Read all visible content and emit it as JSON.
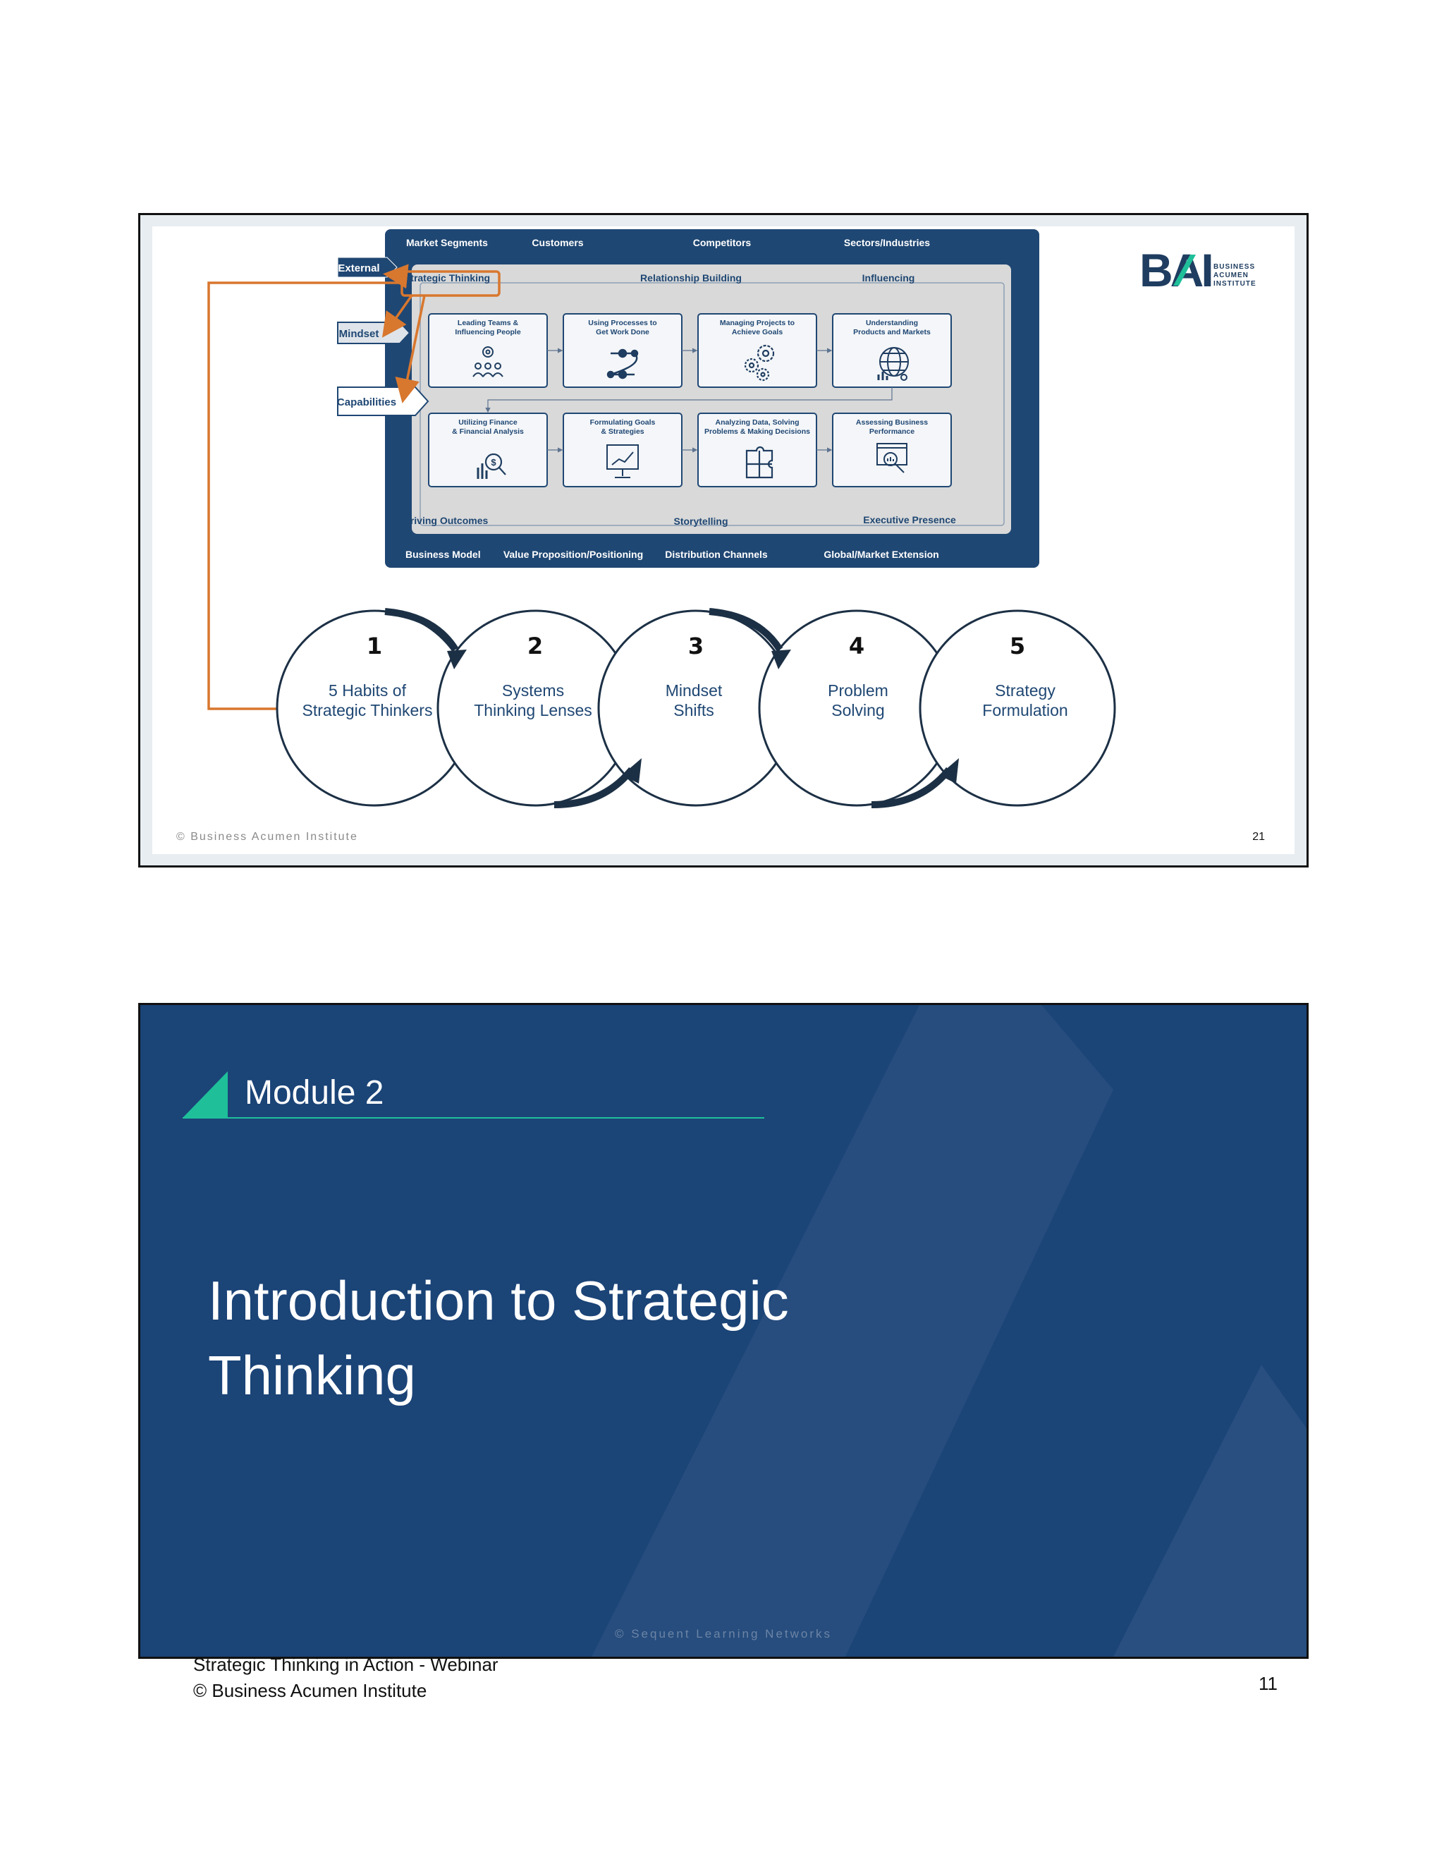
{
  "slide1": {
    "outer_row_top": [
      "Market Segments",
      "Customers",
      "Competitors",
      "Sectors/Industries"
    ],
    "outer_row_bottom": [
      "Business Model",
      "Value Proposition/Positioning",
      "Distribution Channels",
      "Global/Market Extension"
    ],
    "mindset_row_top": [
      "Strategic Thinking",
      "Relationship Building",
      "Influencing"
    ],
    "mindset_row_bottom": [
      "Driving Outcomes",
      "Storytelling",
      "Executive Presence"
    ],
    "side_labels": [
      "External",
      "Mindset",
      "Capabilities"
    ],
    "capabilities_row1": [
      {
        "line1": "Leading Teams &",
        "line2": "Influencing People",
        "icon": "team-gear-icon"
      },
      {
        "line1": "Using Processes to",
        "line2": "Get Work Done",
        "icon": "process-flow-icon"
      },
      {
        "line1": "Managing Projects to",
        "line2": "Achieve Goals",
        "icon": "gears-icon"
      },
      {
        "line1": "Understanding",
        "line2": "Products and Markets",
        "icon": "globe-market-icon"
      }
    ],
    "capabilities_row2": [
      {
        "line1": "Utilizing Finance",
        "line2": "& Financial Analysis",
        "icon": "finance-search-icon"
      },
      {
        "line1": "Formulating Goals",
        "line2": "& Strategies",
        "icon": "strategy-board-icon"
      },
      {
        "line1": "Analyzing Data, Solving",
        "line2": "Problems & Making Decisions",
        "icon": "puzzle-icon"
      },
      {
        "line1": "Assessing Business",
        "line2": "Performance",
        "icon": "performance-magnifier-icon"
      }
    ],
    "logo": {
      "letters": "BAI",
      "text": [
        "BUSINESS",
        "ACUMEN",
        "INSTITUTE"
      ]
    },
    "steps": [
      {
        "number": "1",
        "line1": "5 Habits of",
        "line2": "Strategic Thinkers"
      },
      {
        "number": "2",
        "line1": "Systems",
        "line2": "Thinking Lenses"
      },
      {
        "number": "3",
        "line1": "Mindset",
        "line2": "Shifts"
      },
      {
        "number": "4",
        "line1": "Problem",
        "line2": "Solving"
      },
      {
        "number": "5",
        "line1": "Strategy",
        "line2": "Formulation"
      }
    ],
    "copyright": "© Business Acumen Institute",
    "page_number": "21",
    "colors": {
      "navy": "#1f4773",
      "orange": "#d8772e",
      "grey_panel": "#d9d9d9"
    }
  },
  "slide2": {
    "module_label": "Module 2",
    "title_line1": "Introduction to Strategic",
    "title_line2": "Thinking",
    "watermark": "© Sequent Learning Networks",
    "colors": {
      "background": "#1b4477",
      "accent": "#1fbf9a"
    }
  },
  "footer": {
    "line1": "Strategic Thinking in Action - Webinar",
    "line2": "© Business Acumen Institute",
    "page_number": "11"
  }
}
